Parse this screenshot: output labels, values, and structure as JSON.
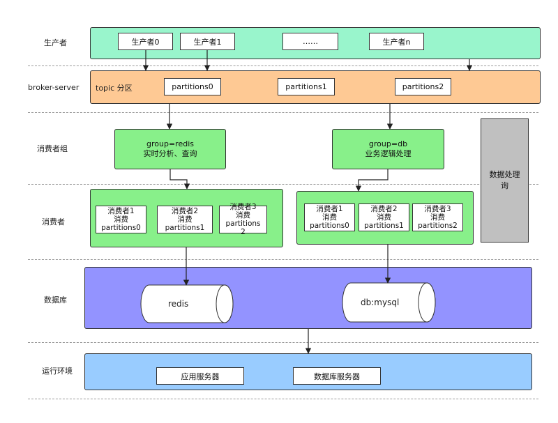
{
  "rows": {
    "producer": "生产者",
    "broker": "broker-server",
    "consumer_group": "消费者组",
    "consumer": "消费者",
    "database": "数据库",
    "runtime": "运行环境"
  },
  "producers": [
    "生产者0",
    "生产者1",
    "……",
    "生产者n"
  ],
  "broker": {
    "topic_label": "topic 分区",
    "partitions": [
      "partitions0",
      "partitions1",
      "partitions2"
    ]
  },
  "groups": [
    {
      "name": "group=redis",
      "desc": "实时分析、查询"
    },
    {
      "name": "group=db",
      "desc": "业务逻辑处理"
    }
  ],
  "consumers_left": [
    {
      "name": "消费者1",
      "action": "消费",
      "partition": "partitions0"
    },
    {
      "name": "消费者2",
      "action": "消费",
      "partition": "partitions1"
    },
    {
      "name": "消费者3",
      "action": "消费",
      "partition": "partitions\n2"
    }
  ],
  "consumers_right": [
    {
      "name": "消费者1",
      "action": "消费",
      "partition": "partitions0"
    },
    {
      "name": "消费者2",
      "action": "消费",
      "partition": "partitions1"
    },
    {
      "name": "消费者3",
      "action": "消费",
      "partition": "partitions2"
    }
  ],
  "databases": [
    "redis",
    "db:mysql"
  ],
  "data_processing": "数据处理询",
  "servers": [
    "应用服务器",
    "数据库服务器"
  ],
  "colors": {
    "producer_band": "#99f5cc",
    "broker_band": "#fec994",
    "group_box": "#88f08a",
    "consumer_band": "#88f08a",
    "database_band": "#9393ff",
    "runtime_band": "#99ccff",
    "side_box": "#c0c0c0"
  }
}
